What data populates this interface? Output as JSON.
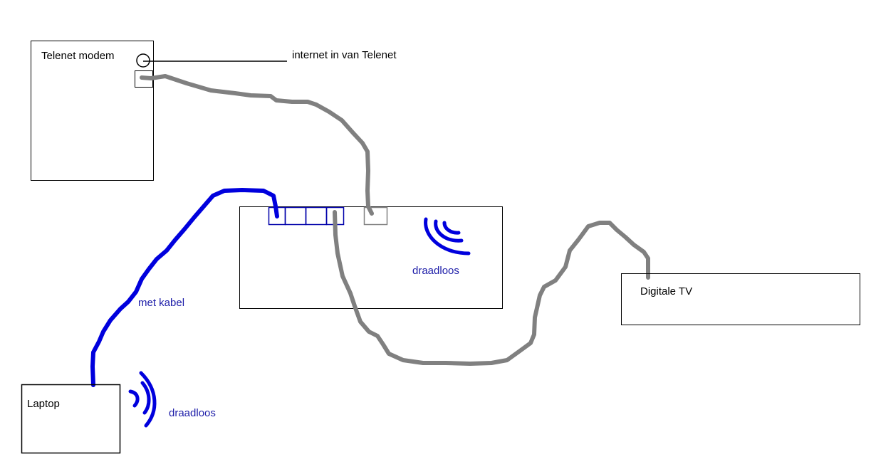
{
  "colors": {
    "box_stroke": "#000000",
    "cable_gray": "#808080",
    "cable_blue": "#0000dd",
    "label_blue": "#1c1ca8",
    "text_black": "#000000"
  },
  "labels": {
    "modem": "Telenet modem",
    "internet_in": "internet in van Telenet",
    "router_wireless": "draadloos",
    "wired": "met kabel",
    "laptop": "Laptop",
    "laptop_wireless": "draadloos",
    "tv": "Digitale TV"
  }
}
